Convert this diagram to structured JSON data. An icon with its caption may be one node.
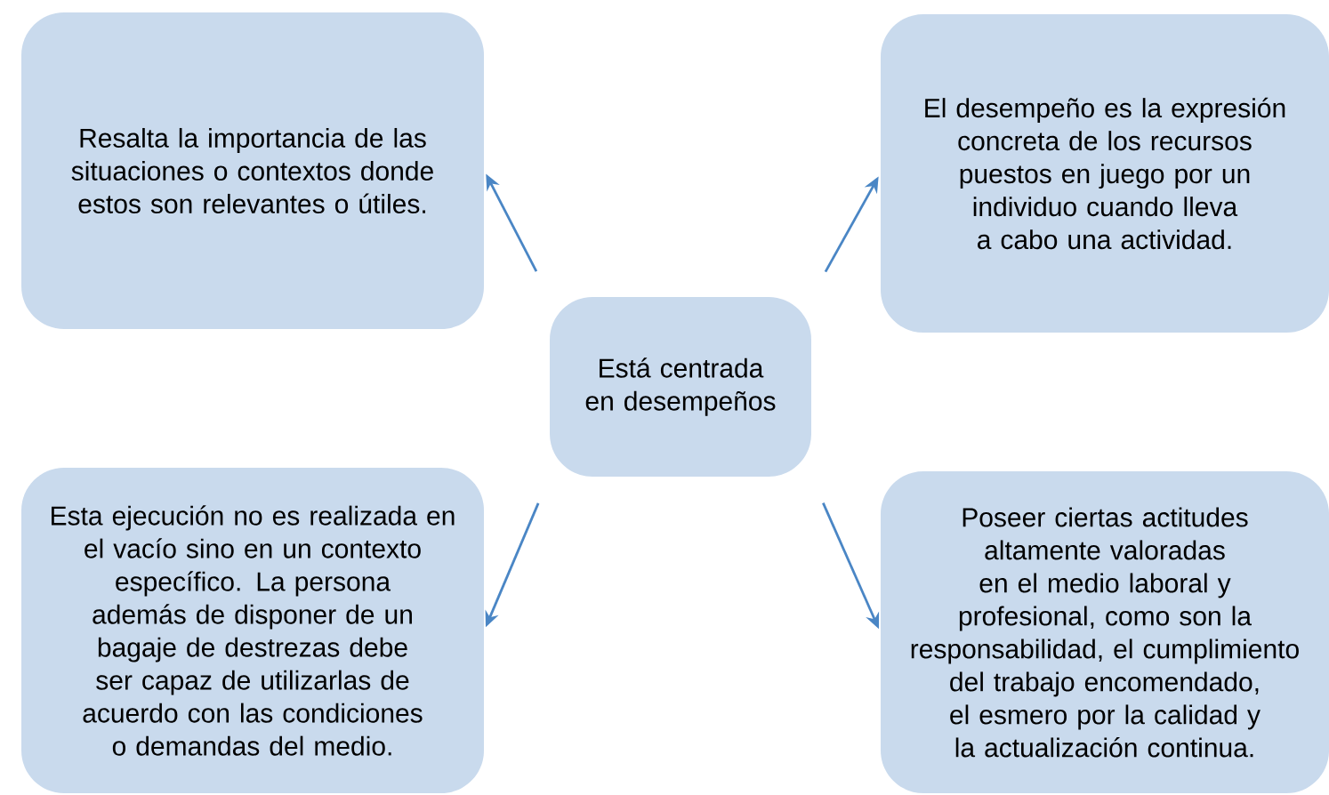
{
  "diagram": {
    "nodes": [
      {
        "text": [
          "Resalta la importancia de las situaciones o contextos donde estos son relevantes o útiles."
        ]
      },
      {
        "text": [
          "El desempeño es la expresión concreta de los recursos puestos en juego por un individuo cuando lleva a cabo una actividad."
        ]
      },
      {
        "text": [
          "Está centrada en desempeños"
        ]
      },
      {
        "text": [
          "Esta ejecución no es realizada en el vacío sino en un contexto específico. La persona además de disponer de un bagaje de destrezas debe ser capaz de utilizarlas de acuerdo con las condiciones o demandas del medio."
        ]
      },
      {
        "text": [
          "Poseer ciertas actitudes altamente valoradas en el medio laboral y profesional, como son la responsabilidad, el cumplimiento del trabajo encomendado, el esmero por la calidad y la actualización continua."
        ]
      }
    ],
    "edges": [
      {
        "from": 2,
        "to": 0,
        "arrow": "to"
      },
      {
        "from": 2,
        "to": 1,
        "arrow": "to"
      },
      {
        "from": 2,
        "to": 3,
        "arrow": "to"
      },
      {
        "from": 2,
        "to": 4,
        "arrow": "to"
      }
    ]
  }
}
